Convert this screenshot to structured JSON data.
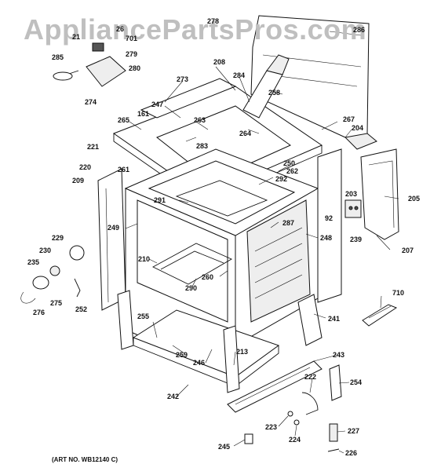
{
  "watermark": "AppliancePartsPros.com",
  "art_number": "(ART NO. WB12140 C)",
  "callouts": [
    "278",
    "286",
    "21",
    "26",
    "701",
    "285",
    "279",
    "280",
    "274",
    "273",
    "208",
    "284",
    "247",
    "161",
    "258",
    "265",
    "263",
    "264",
    "267",
    "204",
    "283",
    "221",
    "220",
    "209",
    "261",
    "250",
    "262",
    "292",
    "205",
    "203",
    "291",
    "92",
    "239",
    "249",
    "287",
    "248",
    "207",
    "229",
    "230",
    "235",
    "210",
    "290",
    "260",
    "710",
    "275",
    "276",
    "252",
    "255",
    "241",
    "259",
    "246",
    "213",
    "243",
    "242",
    "254",
    "222",
    "223",
    "227",
    "224",
    "245",
    "226"
  ]
}
